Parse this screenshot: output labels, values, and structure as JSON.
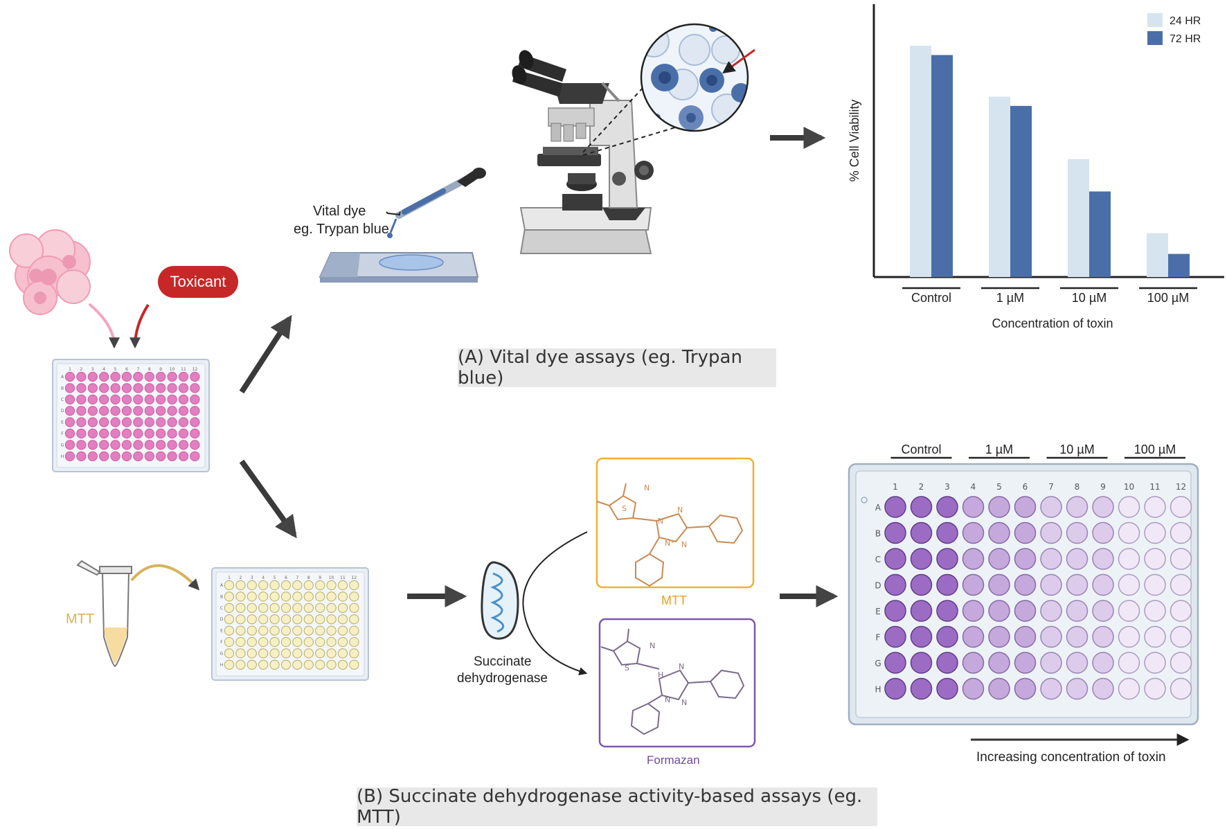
{
  "toxicant": {
    "label": "Toxicant"
  },
  "vital_dye": {
    "line1": "Vital dye",
    "line2": "eg. Trypan blue"
  },
  "section_a": {
    "caption": "(A) Vital dye assays (eg. Trypan blue)"
  },
  "section_b": {
    "caption": "(B) Succinate dehydrogenase activity-based assays (eg. MTT)"
  },
  "mtt_tube": {
    "label": "MTT"
  },
  "enzyme": {
    "line1": "Succinate",
    "line2": "dehydrogenase"
  },
  "compounds": {
    "mtt_label": "MTT",
    "formazan_label": "Formazan"
  },
  "small_plate": {
    "rows": [
      "A",
      "B",
      "C",
      "D",
      "E",
      "F",
      "G",
      "H"
    ],
    "cols": [
      "1",
      "2",
      "3",
      "4",
      "5",
      "6",
      "7",
      "8",
      "9",
      "10",
      "11",
      "12"
    ]
  },
  "result_plate": {
    "rows": [
      "A",
      "B",
      "C",
      "D",
      "E",
      "F",
      "G",
      "H"
    ],
    "cols": [
      "1",
      "2",
      "3",
      "4",
      "5",
      "6",
      "7",
      "8",
      "9",
      "10",
      "11",
      "12"
    ],
    "group_labels": [
      "Control",
      "1 µM",
      "10 µM",
      "100 µM"
    ],
    "well_intensity": [
      1,
      1,
      1,
      0.55,
      0.55,
      0.55,
      0.3,
      0.3,
      0.3,
      0.08,
      0.08,
      0.08
    ],
    "arrow_label": "Increasing concentration of toxin"
  },
  "colors": {
    "series_24hr": "#d6e4ef",
    "series_72hr": "#4a6fa8",
    "toxicant": "#c62828",
    "pink_well": "#e37fc0",
    "yellow_well": "#f6f0c4",
    "mtt_box": "#f0b030",
    "formazan_box": "#7e57a8",
    "purple_well": "#9c6cc4"
  },
  "chart_data": {
    "type": "bar",
    "categories": [
      "Control",
      "1 µM",
      "10 µM",
      "100 µM"
    ],
    "series": [
      {
        "name": "24 HR",
        "values": [
          100,
          78,
          51,
          19
        ]
      },
      {
        "name": "72 HR",
        "values": [
          96,
          74,
          37,
          10
        ]
      }
    ],
    "xlabel": "Concentration of toxin",
    "ylabel": "% Cell Viability",
    "ylim": [
      0,
      118
    ],
    "legend": "top-right",
    "grid": false
  }
}
